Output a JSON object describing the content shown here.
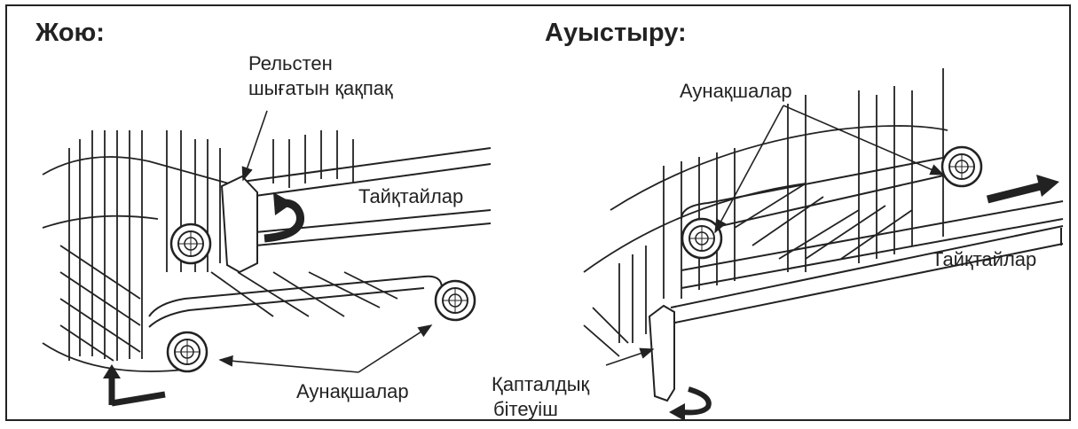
{
  "left_panel": {
    "title": "Жою:",
    "rail_cap_line1": "Рельстен",
    "rail_cap_line2": "шығатын қақпақ",
    "rails_label": "Тайқтайлар",
    "rollers_label": "Аунақшалар"
  },
  "right_panel": {
    "title": "Ауыстыру:",
    "rollers_label": "Аунақшалар",
    "rails_label": "Тайқтайлар",
    "side_cap_line1": "Қапталдық",
    "side_cap_line2": "бітеуіш"
  },
  "icons": [
    "rotate-arrow-icon",
    "direction-arrow-icon",
    "roller-icon"
  ],
  "colors": {
    "line": "#222222",
    "background": "#ffffff",
    "border": "#222222"
  }
}
